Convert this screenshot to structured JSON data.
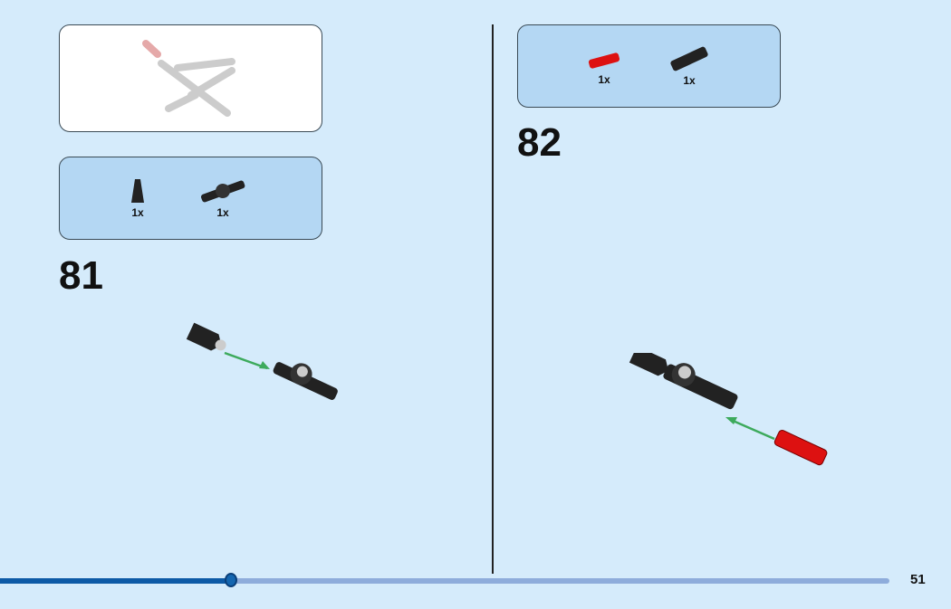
{
  "left_page": {
    "step_number": "81",
    "parts": [
      {
        "name": "cone-piece",
        "qty": "1x"
      },
      {
        "name": "axle-connector-hub",
        "qty": "1x"
      }
    ]
  },
  "right_page": {
    "step_number": "82",
    "parts": [
      {
        "name": "red-axle-connector",
        "qty": "1x"
      },
      {
        "name": "black-axle-connector",
        "qty": "1x"
      }
    ]
  },
  "navigation": {
    "page_number": "51",
    "progress_percent": 26
  },
  "colors": {
    "background": "#d5ebfb",
    "parts_box": "#b4d7f3",
    "progress_fill": "#0d5aa6",
    "progress_track": "#8eacdb",
    "arrow": "#3daa5c"
  }
}
